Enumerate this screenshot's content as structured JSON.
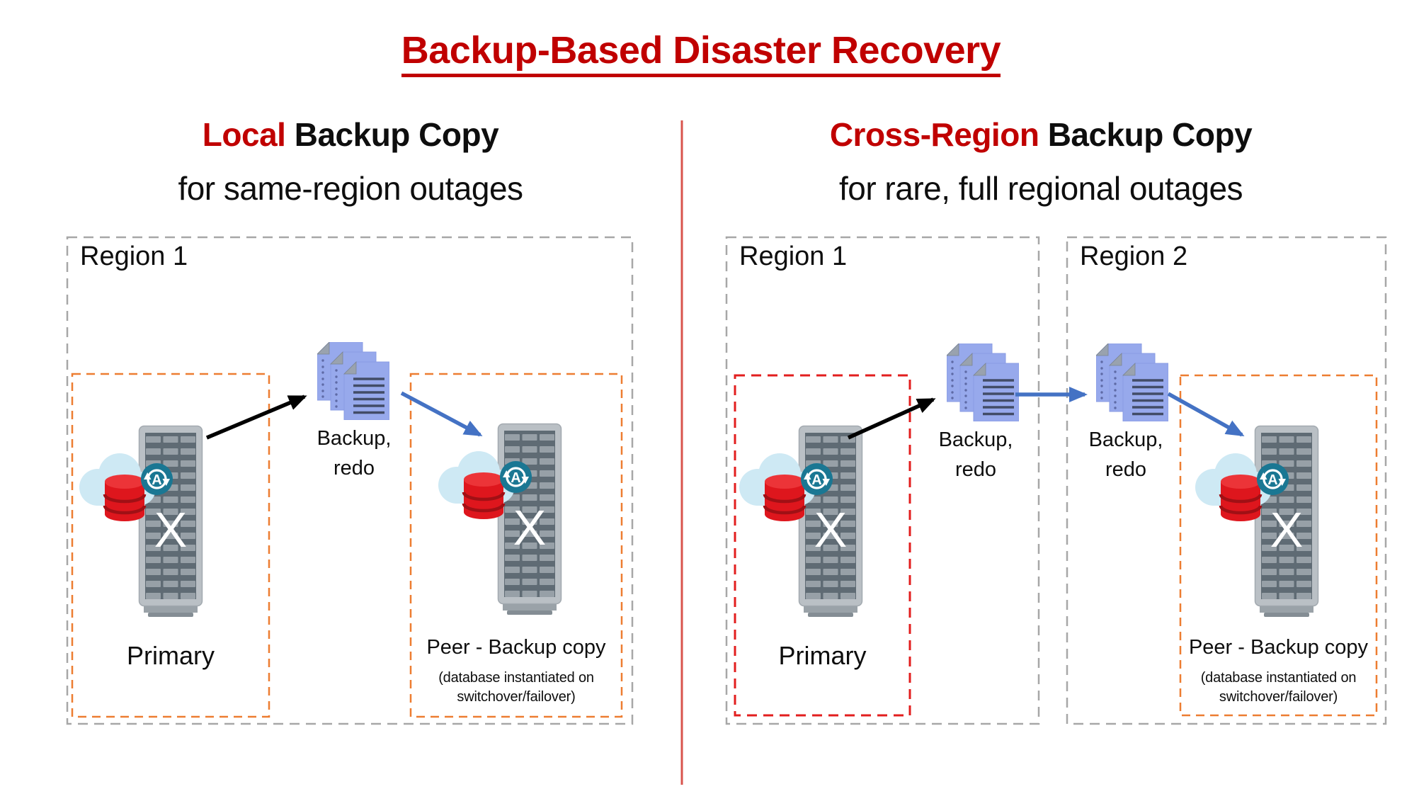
{
  "title": "Backup-Based Disaster Recovery",
  "icons": {
    "server_x": "X",
    "badge_letter": "A"
  },
  "colors": {
    "title_red": "#C00000",
    "accent_red": "#C00000",
    "divider_red": "#D9544D",
    "region_dash_gray": "#A7A7A7",
    "primary_dash_orange": "#ED7D31",
    "primary_dash_red": "#E21E1E",
    "arrow_blue": "#4472C4",
    "arrow_black": "#000000",
    "file_page_blue": "#97A9EC",
    "autonomous_badge_teal": "#1A7793",
    "database_red": "#DE161D",
    "cloud_blue": "#CEE9F4"
  },
  "left_panel": {
    "heading_accent": "Local",
    "heading_rest": "Backup Copy",
    "subheading": "for same-region outages",
    "region_label": "Region 1",
    "primary_label": "Primary",
    "backup_file_label_line1": "Backup,",
    "backup_file_label_line2": "redo",
    "peer_label": "Peer - Backup copy",
    "peer_note_line1": "(database instantiated on",
    "peer_note_line2": "switchover/failover)"
  },
  "right_panel": {
    "heading_accent": "Cross-Region",
    "heading_rest": "Backup Copy",
    "subheading": "for rare, full regional outages",
    "region1_label": "Region 1",
    "region2_label": "Region 2",
    "primary_label": "Primary",
    "backup_file1_label_line1": "Backup,",
    "backup_file1_label_line2": "redo",
    "backup_file2_label_line1": "Backup,",
    "backup_file2_label_line2": "redo",
    "peer_label": "Peer - Backup copy",
    "peer_note_line1": "(database instantiated on",
    "peer_note_line2": "switchover/failover)"
  }
}
